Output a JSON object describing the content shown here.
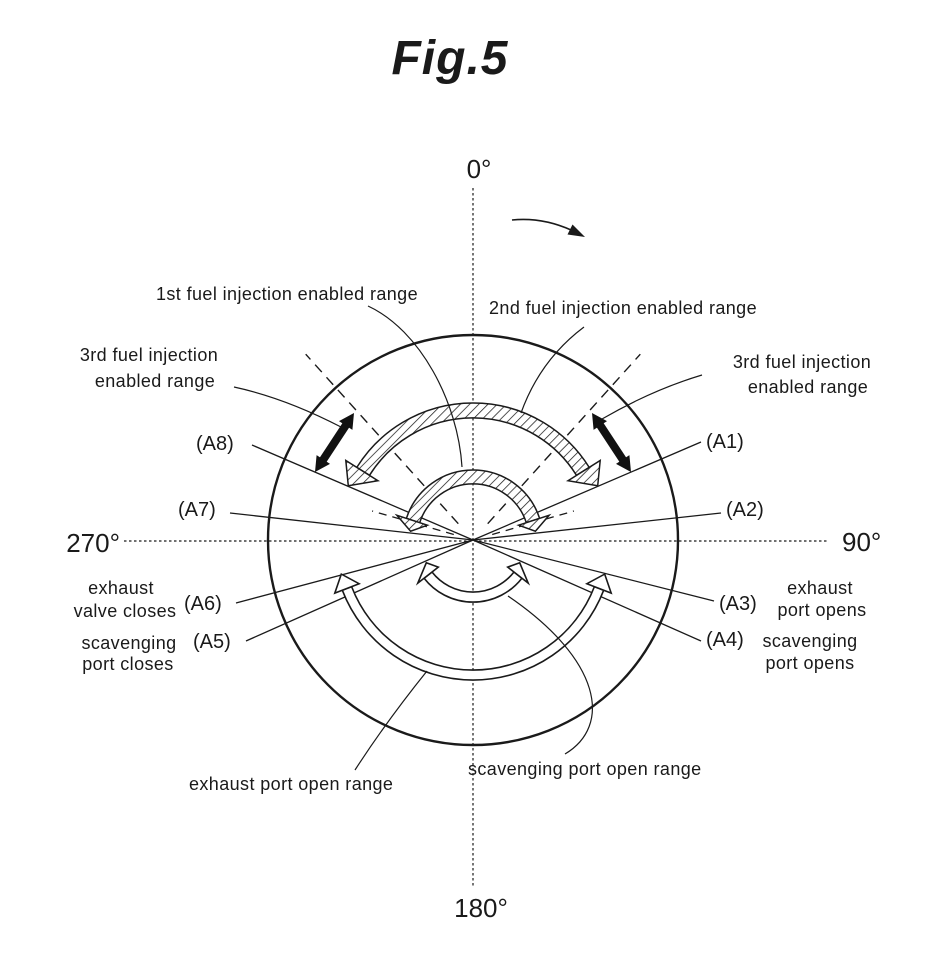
{
  "title": "Fig.5",
  "axes": {
    "top": "0°",
    "right": "90°",
    "bottom": "180°",
    "left": "270°"
  },
  "ranges": {
    "first": "1st fuel injection enabled range",
    "second": "2nd fuel injection enabled range",
    "third_left": [
      "3rd fuel injection",
      "enabled range"
    ],
    "third_right": [
      "3rd fuel injection",
      "enabled range"
    ],
    "exhaust_open": "exhaust port open range",
    "scavenging_open": "scavenging port open range"
  },
  "markers": {
    "a1": "(A1)",
    "a2": "(A2)",
    "a3": "(A3)",
    "a4": "(A4)",
    "a5": "(A5)",
    "a6": "(A6)",
    "a7": "(A7)",
    "a8": "(A8)"
  },
  "events": {
    "exhaust_valve_closes": [
      "exhaust",
      "valve closes"
    ],
    "scavenging_port_closes": [
      "scavenging",
      "port closes"
    ],
    "exhaust_port_opens": [
      "exhaust",
      "port opens"
    ],
    "scavenging_port_opens": [
      "scavenging",
      "port opens"
    ]
  },
  "colors": {
    "ink": "#1a1a1a",
    "background": "#ffffff"
  }
}
